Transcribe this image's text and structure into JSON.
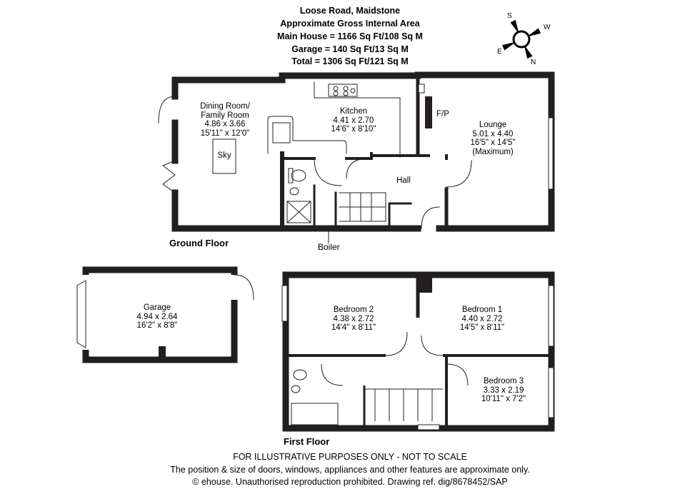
{
  "header": {
    "address": "Loose Road, Maidstone",
    "area_title": "Approximate Gross Internal Area",
    "main_house": "Main House = 1166 Sq Ft/108 Sq M",
    "garage": "Garage = 140 Sq Ft/13 Sq M",
    "total": "Total = 1306 Sq Ft/121 Sq M"
  },
  "compass": {
    "s": "S",
    "w": "W",
    "e": "E",
    "n": "N"
  },
  "ground_floor": {
    "label": "Ground Floor",
    "boiler": "Boiler",
    "fp": "F/P",
    "sky": "Sky",
    "hall": "Hall",
    "dining": {
      "name1": "Dining Room/",
      "name2": "Family Room",
      "metric": "4.86 x 3.66",
      "imperial": "15'11\" x 12'0\""
    },
    "kitchen": {
      "name": "Kitchen",
      "metric": "4.41 x 2.70",
      "imperial": "14'6\" x 8'10\""
    },
    "lounge": {
      "name": "Lounge",
      "metric": "5.01 x 4.40",
      "imperial": "16'5\" x 14'5\"",
      "note": "(Maximum)"
    }
  },
  "garage": {
    "name": "Garage",
    "metric": "4.94 x 2.64",
    "imperial": "16'2\" x 8'8\""
  },
  "first_floor": {
    "label": "First Floor",
    "bedroom2": {
      "name": "Bedroom 2",
      "metric": "4.38 x 2.72",
      "imperial": "14'4\" x 8'11\""
    },
    "bedroom1": {
      "name": "Bedroom 1",
      "metric": "4.40 x 2.72",
      "imperial": "14'5\" x 8'11\""
    },
    "bedroom3": {
      "name": "Bedroom 3",
      "metric": "3.33 x 2.19",
      "imperial": "10'11\" x 7'2\""
    }
  },
  "footer": {
    "disclaimer": "FOR ILLUSTRATIVE PURPOSES ONLY - NOT TO SCALE",
    "note": "The position & size of doors, windows, appliances and other features are approximate only.",
    "copyright": "© ehouse. Unauthorised reproduction prohibited. Drawing ref. dig/8678452/SAP"
  },
  "colors": {
    "wall": "#231f20",
    "background": "#ffffff"
  }
}
